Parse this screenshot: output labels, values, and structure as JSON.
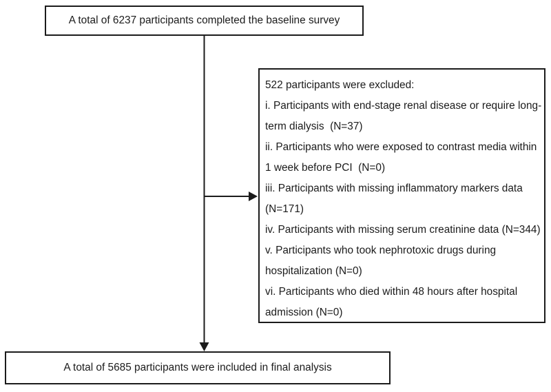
{
  "flowchart": {
    "top_box": {
      "label": "A total of 6237 participants completed the baseline survey"
    },
    "exclusion_box": {
      "heading": "522 participants were excluded:",
      "lines": [
        "i. Participants with end-stage renal disease or require long-",
        "term dialysis  (N=37)",
        "ii. Participants who were exposed to contrast media within",
        "1 week before PCI  (N=0)",
        "iii. Participants with missing inflammatory markers data",
        "(N=171)",
        "iv. Participants with missing serum creatinine data (N=344)",
        "v. Participants who took nephrotoxic drugs during",
        "hospitalization (N=0)",
        "vi. Participants who died within 48 hours after hospital",
        "admission (N=0)"
      ]
    },
    "bottom_box": {
      "label": "A total of 5685 participants were included in final analysis"
    },
    "line_color": "#1b1b1b"
  }
}
